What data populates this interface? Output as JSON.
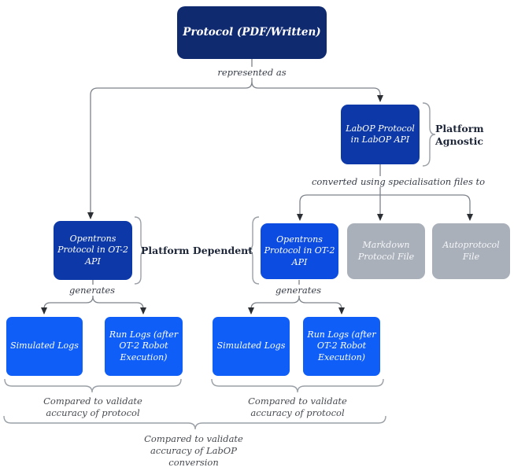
{
  "colors": {
    "navy_node": "#102a70",
    "royal_node": "#0d38a8",
    "bright_blue_node": "#0d4ce0",
    "logs_blue_node": "#0f5ef7",
    "gray_node": "#a9b0ba",
    "wire": "#7d838a",
    "arrowhead": "#2b2f33",
    "brace": "#9aa0a6"
  },
  "nodes": {
    "protocol": "Protocol (PDF/Written)",
    "labop": "LabOP Protocol\nin LabOP API",
    "opentrons_left": "Opentrons\nProtocol in OT-2\nAPI",
    "opentrons_right": "Opentrons\nProtocol in OT-2\nAPI",
    "markdown": "Markdown\nProtocol File",
    "autoprotocol": "Autoprotocol File",
    "sim_logs_left": "Simulated Logs",
    "run_logs_left": "Run Logs (after\nOT-2 Robot\nExecution)",
    "sim_logs_right": "Simulated Logs",
    "run_logs_right": "Run Logs (after\nOT-2 Robot\nExecution)"
  },
  "edge_labels": {
    "represented_as": "represented as",
    "converted": "converted using specialisation files to",
    "generates_left": "generates",
    "generates_right": "generates"
  },
  "brace_labels": {
    "platform_agnostic": "Platform\nAgnostic",
    "platform_dependent": "Platform Dependent",
    "compare_left": "Compared to validate\naccuracy of protocol",
    "compare_right": "Compared to validate\naccuracy of protocol",
    "compare_bottom": "Compared to validate\naccuracy of LabOP\nconversion"
  }
}
